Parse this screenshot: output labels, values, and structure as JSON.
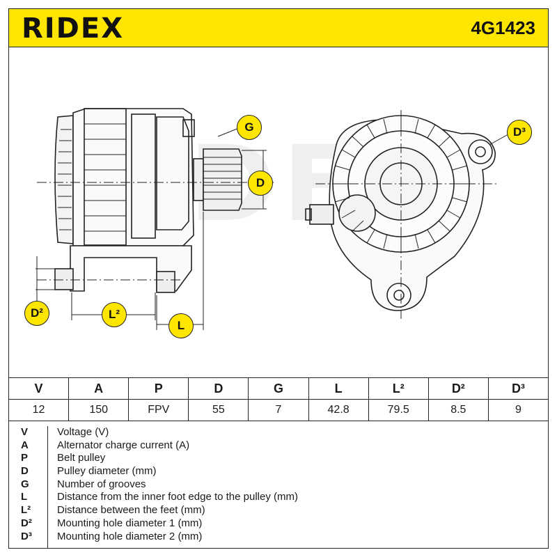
{
  "header": {
    "brand": "RIDEX",
    "part_number": "4G1423",
    "background": "#ffe600"
  },
  "drawing": {
    "watermark": "RIDEX",
    "labels": {
      "G": "G",
      "D": "D",
      "D3": "D³",
      "D2": "D²",
      "L2": "L²",
      "L": "L"
    }
  },
  "spec_table": {
    "headers": [
      "V",
      "A",
      "P",
      "D",
      "G",
      "L",
      "L²",
      "D²",
      "D³"
    ],
    "values": [
      "12",
      "150",
      "FPV",
      "55",
      "7",
      "42.8",
      "79.5",
      "8.5",
      "9"
    ]
  },
  "legend": [
    {
      "key": "V",
      "text": "Voltage (V)"
    },
    {
      "key": "A",
      "text": "Alternator charge current (A)"
    },
    {
      "key": "P",
      "text": "Belt pulley"
    },
    {
      "key": "D",
      "text": "Pulley diameter (mm)"
    },
    {
      "key": "G",
      "text": "Number of grooves"
    },
    {
      "key": "L",
      "text": "Distance from the inner foot edge to the pulley (mm)"
    },
    {
      "key": "L²",
      "text": "Distance between the feet (mm)"
    },
    {
      "key": "D²",
      "text": "Mounting hole diameter 1 (mm)"
    },
    {
      "key": "D³",
      "text": "Mounting hole diameter 2 (mm)"
    }
  ]
}
